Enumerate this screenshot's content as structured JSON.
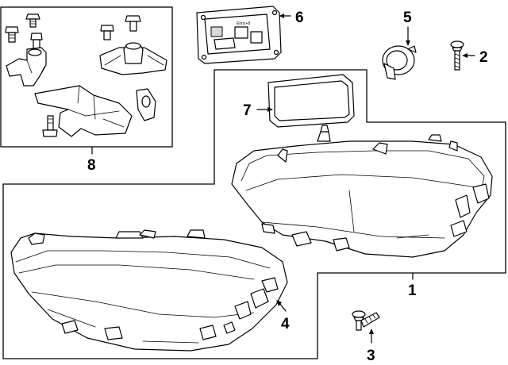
{
  "callouts": {
    "c1": "1",
    "c2": "2",
    "c3": "3",
    "c4": "4",
    "c5": "5",
    "c6": "6",
    "c7": "7",
    "c8": "8"
  },
  "module_label": "Ehnc+8"
}
